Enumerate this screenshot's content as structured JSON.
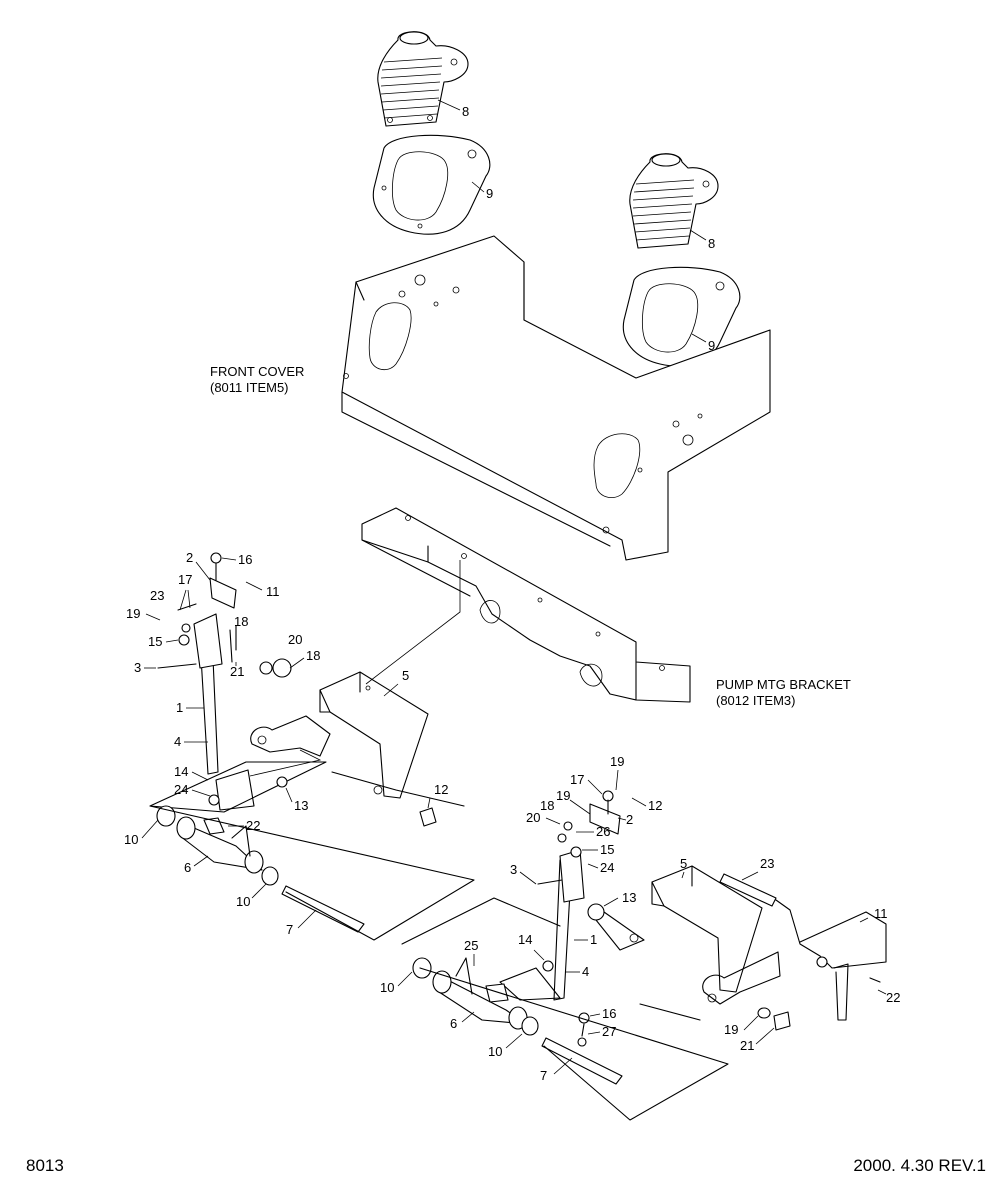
{
  "refs": {
    "front_cover_line1": "FRONT COVER",
    "front_cover_line2": "(8011 ITEM5)",
    "pump_bracket_line1": "PUMP MTG BRACKET",
    "pump_bracket_line2": "(8012 ITEM3)"
  },
  "footer": {
    "page_code": "8013",
    "revision": "2000. 4.30 REV.1"
  },
  "callouts": {
    "c8a": "8",
    "c9a": "9",
    "c8b": "8",
    "c9b": "9",
    "l2": "2",
    "l16": "16",
    "l11": "11",
    "l17": "17",
    "l23": "23",
    "l19": "19",
    "l18a": "18",
    "l15": "15",
    "l21": "21",
    "l3": "3",
    "l20": "20",
    "l18b": "18",
    "l5": "5",
    "l1": "1",
    "l4": "4",
    "l14": "14",
    "l24": "24",
    "l13": "13",
    "l12": "12",
    "l10a": "10",
    "l22": "22",
    "l6": "6",
    "l10b": "10",
    "l7": "7",
    "r19a": "19",
    "r17": "17",
    "r18": "18",
    "r19b": "19",
    "r12": "12",
    "r20": "20",
    "r26": "26",
    "r2": "2",
    "r15": "15",
    "r24": "24",
    "r3": "3",
    "r5": "5",
    "r23": "23",
    "r13": "13",
    "r11": "11",
    "r1": "1",
    "r14": "14",
    "r25": "25",
    "r4": "4",
    "r10a": "10",
    "r16": "16",
    "r27": "27",
    "r6": "6",
    "r10b": "10",
    "r19c": "19",
    "r21": "21",
    "r22": "22",
    "r7": "7"
  }
}
